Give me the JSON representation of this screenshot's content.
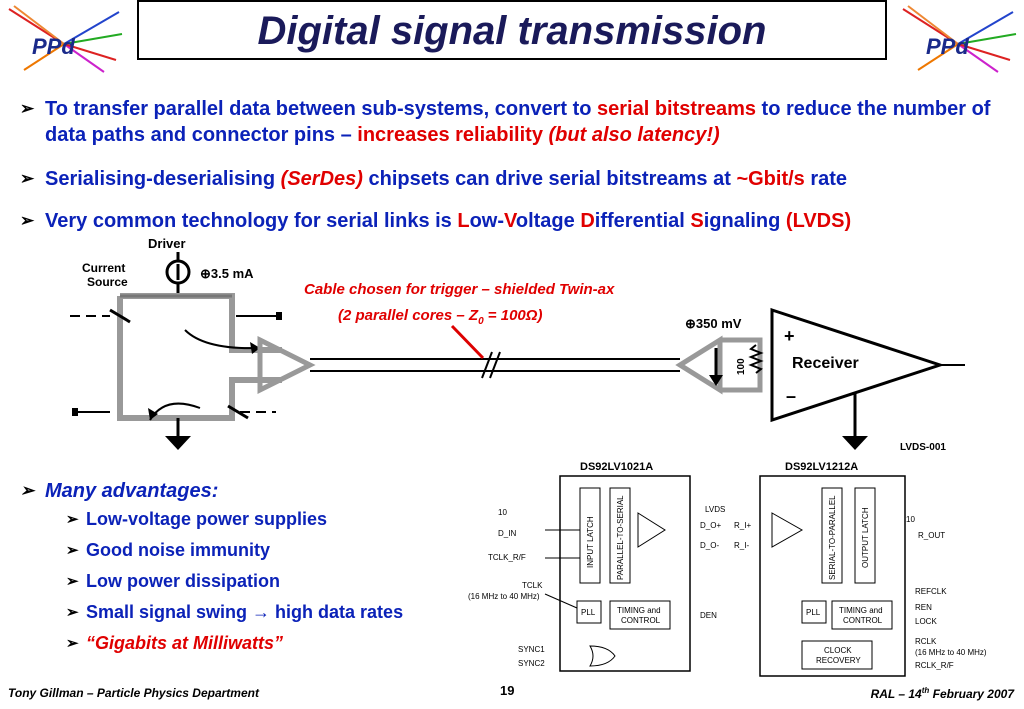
{
  "slide": {
    "title": "Digital signal transmission",
    "logo_text": "PPd"
  },
  "bullets": [
    {
      "parts": [
        {
          "text": "To transfer parallel data between sub-systems, convert to ",
          "style": "normal"
        },
        {
          "text": "serial bitstreams",
          "style": "red"
        },
        {
          "text": " to reduce the number of data paths and connector pins – ",
          "style": "normal"
        },
        {
          "text": "increases reliability ",
          "style": "red"
        },
        {
          "text": "(but also latency!)",
          "style": "red-italic"
        }
      ]
    },
    {
      "parts": [
        {
          "text": "Serialising-deserialising ",
          "style": "normal"
        },
        {
          "text": "(SerDes)",
          "style": "red-italic"
        },
        {
          "text": " chipsets can drive serial bitstreams at ",
          "style": "normal"
        },
        {
          "text": "~Gbit/s",
          "style": "red"
        },
        {
          "text": " rate",
          "style": "normal"
        }
      ]
    },
    {
      "parts": [
        {
          "text": "Very common technology for serial links is ",
          "style": "normal"
        },
        {
          "text": "L",
          "style": "red"
        },
        {
          "text": "ow-",
          "style": "normal"
        },
        {
          "text": "V",
          "style": "red"
        },
        {
          "text": "oltage ",
          "style": "normal"
        },
        {
          "text": "D",
          "style": "red"
        },
        {
          "text": "ifferential ",
          "style": "normal"
        },
        {
          "text": "S",
          "style": "red"
        },
        {
          "text": "ignaling ",
          "style": "normal"
        },
        {
          "text": "(LVDS)",
          "style": "red"
        }
      ]
    }
  ],
  "lvds_diagram": {
    "driver": "Driver",
    "current_source_1": "Current",
    "current_source_2": "Source",
    "current": "⊕3.5 mA",
    "voltage": "⊕350 mV",
    "resistor": "100",
    "receiver": "Receiver",
    "plus": "+",
    "minus": "–",
    "figure_id": "LVDS-001"
  },
  "cable_note": {
    "line1": "Cable chosen for trigger – shielded Twin-ax",
    "line2_prefix": "(2 parallel cores – Z",
    "line2_sub": "0",
    "line2_suffix": " = 100Ω)"
  },
  "advantages": {
    "heading": "Many advantages:",
    "items": [
      {
        "text": "Low-voltage power supplies",
        "style": "normal"
      },
      {
        "text": "Good noise immunity",
        "style": "normal"
      },
      {
        "text": "Low power dissipation",
        "style": "normal"
      },
      {
        "text": "Small signal swing → high data rates",
        "style": "normal"
      },
      {
        "text": "“Gigabits at Milliwatts”",
        "style": "red-italic"
      }
    ]
  },
  "serdes_diagram": {
    "ser_chip": "DS92LV1021A",
    "des_chip": "DS92LV1212A",
    "input_latch": "INPUT LATCH",
    "par_to_ser": "PARALLEL-TO-SERIAL",
    "ser_to_par": "SERIAL-TO-PARALLEL",
    "output_latch": "OUTPUT LATCH",
    "pll": "PLL",
    "timing_1": "TIMING and",
    "timing_2": "CONTROL",
    "clock_1": "CLOCK",
    "clock_2": "RECOVERY",
    "din": "D_IN",
    "ten": "10",
    "tclk_rf": "TCLK_R/F",
    "tclk": "TCLK",
    "tclk_range": "(16 MHz to 40 MHz)",
    "sync1": "SYNC1",
    "sync2": "SYNC2",
    "lvds": "LVDS",
    "do_plus": "D_O+",
    "do_minus": "D_O-",
    "den": "DEN",
    "ri_plus": "R_I+",
    "ri_minus": "R_I-",
    "rout": "R_OUT",
    "refclk": "REFCLK",
    "ren": "REN",
    "lock": "LOCK",
    "rclk": "RCLK",
    "rclk_range": "(16 MHz to 40 MHz)",
    "rclk_rf": "RCLK_R/F"
  },
  "footer": {
    "author": "Tony Gillman – Particle Physics Department",
    "page": "19",
    "venue_prefix": "RAL – 14",
    "venue_sup": "th",
    "venue_suffix": " February 2007"
  }
}
